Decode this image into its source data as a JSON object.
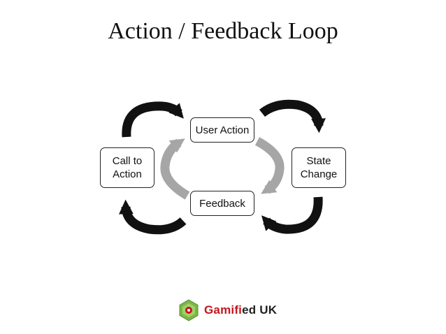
{
  "title": "Action / Feedback Loop",
  "nodes": {
    "user_action": "User Action",
    "feedback": "Feedback",
    "call_to_action": "Call to\nAction",
    "state_change": "State\nChange"
  },
  "logo": {
    "part_a": "Gamifi",
    "part_b": "ed UK",
    "hexagon_color": "#7ab648",
    "accent_color": "#c4161c"
  },
  "colors": {
    "outer_arrows": "#111111",
    "inner_arrows": "#a6a6a6"
  }
}
